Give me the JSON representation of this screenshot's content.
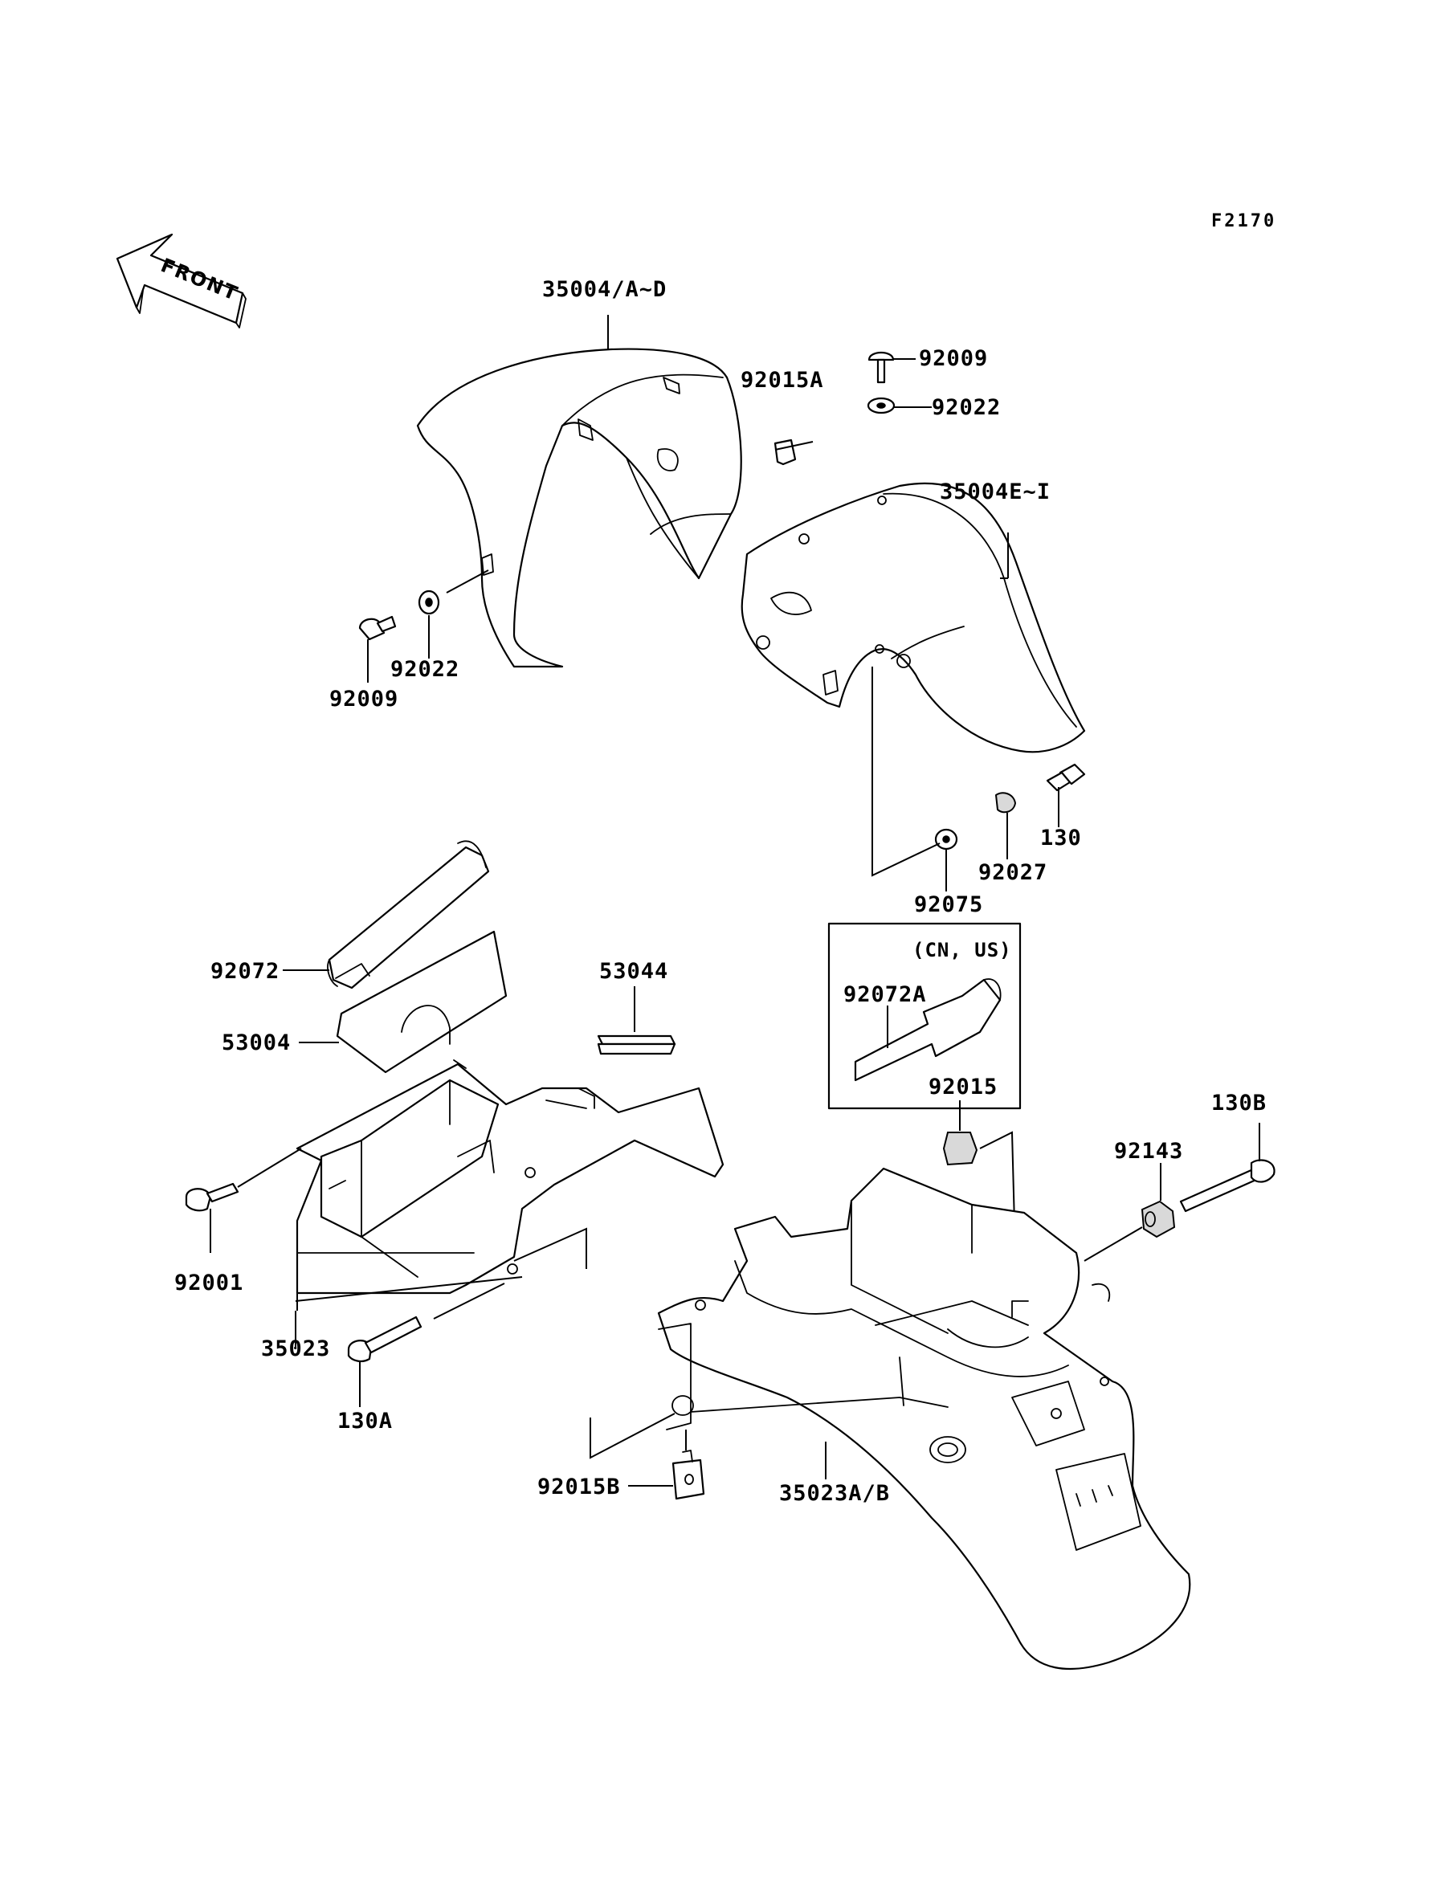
{
  "figure_code": "F2170",
  "direction_marker": "FRONT",
  "inset": {
    "region_label": "(CN, US)"
  },
  "labels": {
    "p35004_ad": "35004/A~D",
    "p92015a": "92015A",
    "p92009_top": "92009",
    "p92022_top": "92022",
    "p35004_ei": "35004E~I",
    "p92009_left": "92009",
    "p92022_left": "92022",
    "p130": "130",
    "p92027": "92027",
    "p92075": "92075",
    "p92072": "92072",
    "p53044": "53044",
    "p53004": "53004",
    "p92072a": "92072A",
    "p92015": "92015",
    "p130b": "130B",
    "p92143": "92143",
    "p92001": "92001",
    "p35023": "35023",
    "p130a": "130A",
    "p92015b": "92015B",
    "p35023ab": "35023A/B"
  }
}
